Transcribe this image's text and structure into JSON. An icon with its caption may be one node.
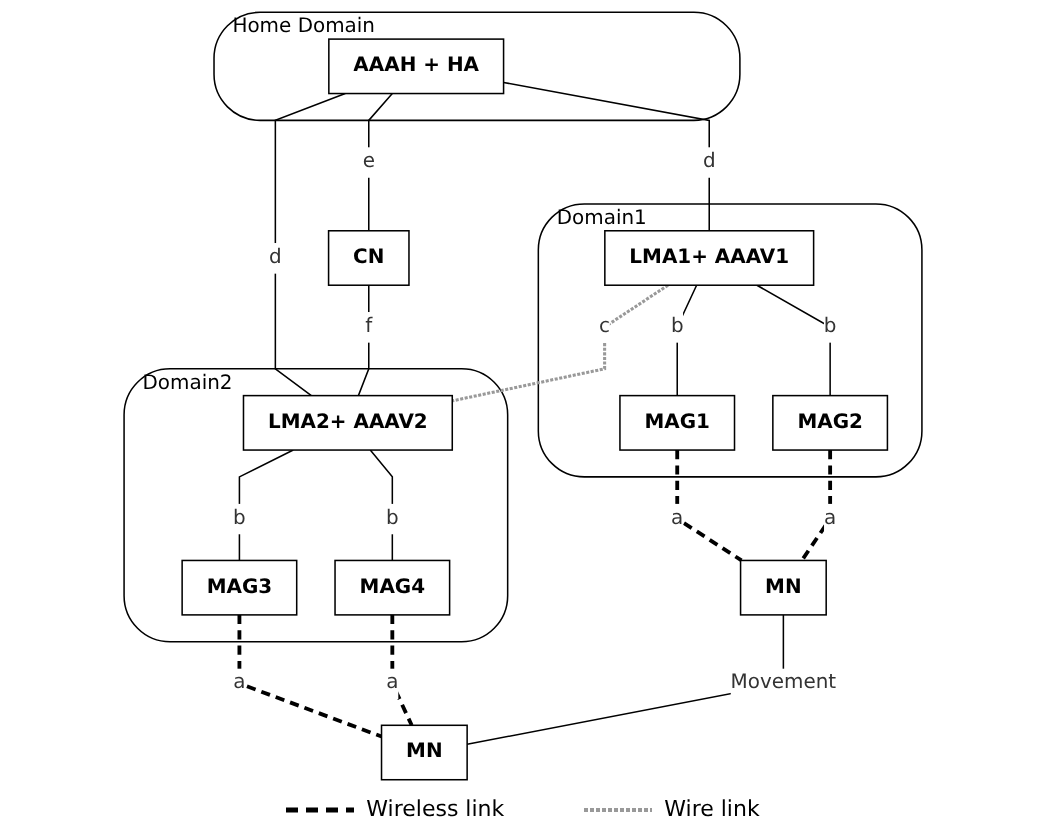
{
  "diagram": {
    "nodes": [
      {
        "text": [
          "Home Domain"
        ]
      },
      {
        "text": [
          "AAAH + HA"
        ],
        "in": 0
      },
      {
        "text": [
          "CN"
        ]
      },
      {
        "text": [
          "Domain1"
        ]
      },
      {
        "text": [
          "LMA1+ AAAV1"
        ],
        "in": 3
      },
      {
        "text": [
          "MAG1"
        ],
        "in": 3
      },
      {
        "text": [
          "MAG2"
        ],
        "in": 3
      },
      {
        "text": [
          "Domain2"
        ]
      },
      {
        "text": [
          "LMA2+ AAAV2"
        ],
        "in": 7
      },
      {
        "text": [
          "MAG3"
        ],
        "in": 7
      },
      {
        "text": [
          "MAG4"
        ],
        "in": 7
      },
      {
        "text": [
          "MN"
        ]
      },
      {
        "text": [
          "MN"
        ]
      }
    ],
    "edges": [
      {
        "from": 1,
        "to": 2,
        "arrow": "none",
        "label": "e"
      },
      {
        "from": 1,
        "to": 4,
        "arrow": "none",
        "label": "d"
      },
      {
        "from": 1,
        "to": 8,
        "arrow": "none",
        "label": "d"
      },
      {
        "from": 2,
        "to": 8,
        "arrow": "none",
        "label": "f"
      },
      {
        "from": 4,
        "to": 8,
        "arrow": "none",
        "label": "c",
        "style": "dashed",
        "color": "#999999"
      },
      {
        "from": 4,
        "to": 5,
        "arrow": "none",
        "label": "b"
      },
      {
        "from": 4,
        "to": 6,
        "arrow": "none",
        "label": "b"
      },
      {
        "from": 8,
        "to": 9,
        "arrow": "none",
        "label": "b"
      },
      {
        "from": 8,
        "to": 10,
        "arrow": "none",
        "label": "b"
      },
      {
        "from": 5,
        "to": 11,
        "arrow": "none",
        "label": "a",
        "style": "dashed"
      },
      {
        "from": 6,
        "to": 11,
        "arrow": "none",
        "label": "a",
        "style": "dashed"
      },
      {
        "from": 9,
        "to": 12,
        "arrow": "none",
        "label": "a",
        "style": "dashed"
      },
      {
        "from": 10,
        "to": 12,
        "arrow": "none",
        "label": "a",
        "style": "dashed"
      },
      {
        "from": 11,
        "to": 12,
        "arrow": "none",
        "label": "Movement"
      }
    ],
    "legend": [
      {
        "text": "Wireless link"
      },
      {
        "text": "Wire link"
      }
    ]
  }
}
